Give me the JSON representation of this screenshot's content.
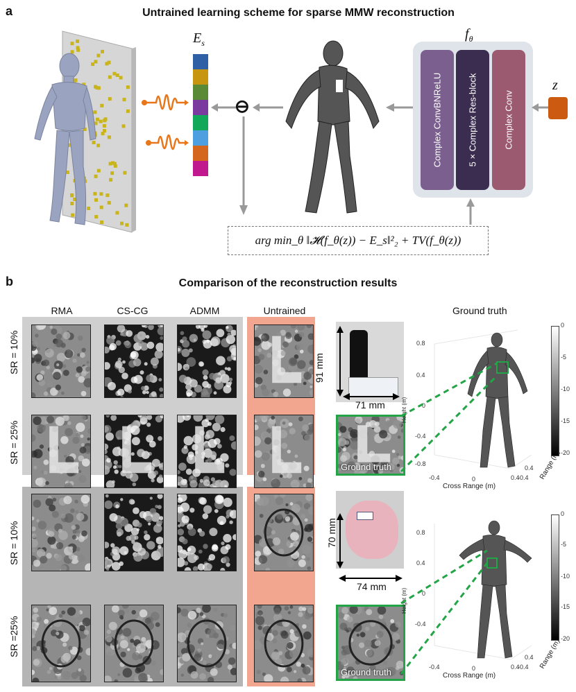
{
  "panel_a": {
    "letter": "a",
    "title": "Untrained learning scheme for sparse MMW reconstruction",
    "es_label": "E",
    "es_sub": "s",
    "f_label": "f",
    "f_sub": "θ",
    "z_label": "z",
    "blocks": [
      "Complex ConvBNReLU",
      "5 × Complex Res-block",
      "Complex Conv"
    ],
    "block_colors": [
      "#7b5f8f",
      "#3a2d4f",
      "#9b5a70"
    ],
    "es_colors": [
      "#2f5fa5",
      "#c8950e",
      "#5a8a35",
      "#7a3aa0",
      "#12a85a",
      "#4d9fe0",
      "#d4661e",
      "#c0198e"
    ],
    "formula": "arg min_θ ‖𝓗(f_θ(z)) − E_s‖²₂ + TV(f_θ(z))",
    "minus_symbol": "⊖"
  },
  "panel_b": {
    "letter": "b",
    "title": "Comparison of the reconstruction results",
    "columns": [
      "RMA",
      "CS-CG",
      "ADMM",
      "Untrained"
    ],
    "rows_top": [
      "SR = 10%",
      "SR = 25%"
    ],
    "rows_bottom": [
      "SR = 10%",
      "SR =25%"
    ],
    "ground_truth_title": "Ground truth",
    "ground_truth_tile_label": "Ground truth",
    "top_object": {
      "height": "91 mm",
      "width": "71 mm"
    },
    "bottom_object": {
      "height": "70 mm",
      "width": "74 mm"
    },
    "plot_top": {
      "yticks": [
        "0.8",
        "0.4",
        "0",
        "-0.4",
        "-0.8"
      ],
      "xticks": [
        "-0.4",
        "0",
        "0.4"
      ],
      "rticks": [
        "0.4",
        "-0.4"
      ],
      "ylabel": "Height (m)",
      "xlabel": "Cross Range (m)",
      "rlabel": "Range (m)",
      "cbar_ticks": [
        "0",
        "-5",
        "-10",
        "-15",
        "-20"
      ]
    },
    "plot_bottom": {
      "yticks": [
        "0.8",
        "0.4",
        "0",
        "-0.4"
      ],
      "xticks": [
        "-0.4",
        "0",
        "0.4"
      ],
      "rticks": [
        "0.4",
        "-0.4"
      ],
      "ylabel": "Height (m)",
      "xlabel": "Cross Range (m)",
      "rlabel": "Range (m)",
      "cbar_ticks": [
        "0",
        "-5",
        "-10",
        "-15",
        "-20"
      ]
    }
  }
}
